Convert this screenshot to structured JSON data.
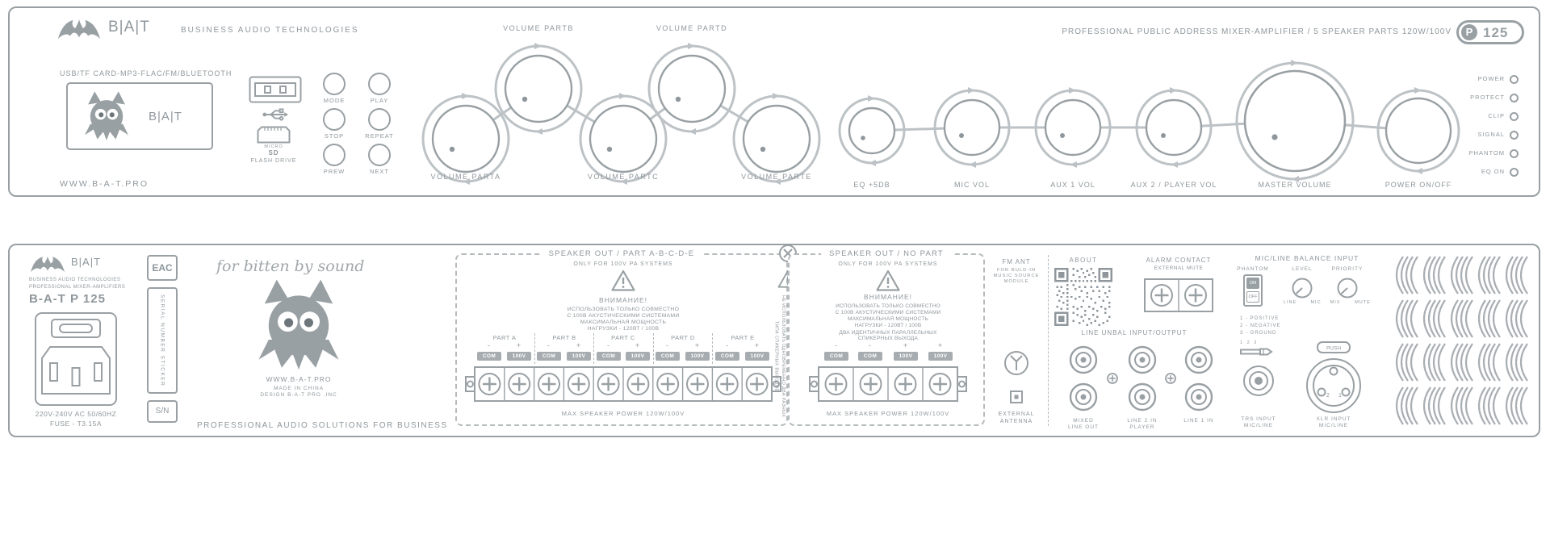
{
  "front": {
    "brand_name": "B|A|T",
    "brand_tagline": "BUSINESS AUDIO TECHNOLOGIES",
    "media_label": "USB/TF CARD-MP3-FLAC/FM/BLUETOOTH",
    "mascot_text": "B|A|T",
    "website": "WWW.B-A-T.PRO",
    "sd_micro": "MICRO",
    "sd_sd": "SD",
    "sd_flash": "FLASH DRIVE",
    "buttons": [
      "MODE",
      "PLAY",
      "STOP",
      "REPEAT",
      "PREW",
      "NEXT"
    ],
    "vol_top": [
      "VOLUME  PARTB",
      "VOLUME  PARTD"
    ],
    "vol_bottom": [
      "VOLUME  PARTA",
      "VOLUME  PARTC",
      "VOLUME  PARTE"
    ],
    "knob_labels": [
      "EQ +5DB",
      "MIC VOL",
      "AUX 1 VOL",
      "AUX 2 / PLAYER VOL",
      "MASTER VOLUME",
      "POWER ON/OFF"
    ],
    "leds": [
      "POWER",
      "PROTECT",
      "CLIP",
      "SIGNAL",
      "PHANTOM",
      "EQ ON"
    ],
    "header_right": "PROFESSIONAL PUBLIC ADDRESS MIXER-AMPLIFIER / 5 SPEAKER PARTS  120W/100V",
    "badge_p": "P",
    "badge_num": "125"
  },
  "rear": {
    "brand_name": "B|A|T",
    "brand_line1": "BUSINESS AUDIO TECHNOLOGIES",
    "brand_line2": "PROFESSIONAL MIXER-AMPLIFIERS",
    "model": "B-A-T P 125",
    "power_spec": "220V-240V AC 50/60HZ",
    "fuse": "FUSE - T3.15A",
    "eac": "EAC",
    "serial_sticker": "SERIAL NUMBER STICKER",
    "sn": "S/N",
    "slogan": "for bitten by sound",
    "website": "WWW.B-A-T.PRO",
    "made": "MADE IN CHINA",
    "design": "DESIGN B-A-T PRO .INC",
    "footer": "PROFESSIONAL AUDIO SOLUTIONS FOR BUSINESS",
    "sign_minus": "-",
    "sign_plus": "+",
    "chip_com": "COM",
    "chip_100v": "100V",
    "speaker_part": {
      "title": "SPEAKER OUT / PART A-B-C-D-E",
      "subtitle": "ONLY FOR 100V PA SYSTEMS",
      "warn_title": "ВНИМАНИЕ!",
      "warn1": "ИСПОЛЬЗОВАТЬ ТОЛЬКО СОВМЕСТНО",
      "warn2": "С 100В АКУСТИЧЕСКИМИ СИСТЕМАМИ",
      "warn3": "МАКСИМАЛЬНАЯ МОЩНОСТЬ",
      "warn4": "НАГРУЗКИ - 120ВТ / 100В",
      "parts": [
        "PART A",
        "PART B",
        "PART C",
        "PART D",
        "PART E"
      ],
      "max_power": "MAX SPEAKER POWER 120W/100V"
    },
    "speaker_nopart": {
      "title": "SPEAKER OUT / NO PART",
      "subtitle": "ONLY FOR 100V PA SYSTEMS",
      "warn_title": "ВНИМАНИЕ!",
      "warn1": "ИСПОЛЬЗОВАТЬ ТОЛЬКО СОВМЕСТНО",
      "warn2": "С 100В АКУСТИЧЕСКИМИ СИСТЕМАМИ",
      "warn3": "МАКСИМАЛЬНАЯ МОЩНОСТЬ",
      "warn4": "НАГРУЗКИ - 120ВТ / 100В",
      "warn5": "ДВА ИДЕНТИЧНЫХ ПАРАЛЛЕЛЬНЫХ",
      "warn6": "СПИКЕРНЫХ ВЫХОДА",
      "max_power": "MAX SPEAKER POWER 120W/100V"
    },
    "divider_warning": "НЕ ИСПОЛЬЗОВАТЬ ОДНОВРЕМЕННО ДВА РАЗНЫХ ТИПА СПИКЕРНЫХ ВЫХОДОВ",
    "fm": {
      "title": "FM ANT",
      "line1": "FOR BULD-IN",
      "line2": "MUSIC SOURCE",
      "line3": "MODULE",
      "ext1": "EXTERNAL",
      "ext2": "ANTENNA"
    },
    "about_title": "ABOUT",
    "alarm": {
      "title": "ALARM CONTACT",
      "subtitle": "EXTERNAL MUTE"
    },
    "line_unbal": {
      "title": "LINE UNBAL INPUT/OUTPUT",
      "col1a": "MIXED",
      "col1b": "LINE OUT",
      "col2a": "LINE 2 IN",
      "col2b": "PLAYER",
      "col3a": "LINE 1 IN"
    },
    "micline": {
      "title": "MIC/LINE BALANCE INPUT",
      "phantom": "PHANTOM",
      "on": "ON",
      "off": "OFF",
      "level": "LEVEL",
      "priority": "PRIORITY",
      "line": "LINE",
      "mic": "MIC",
      "mix": "MIX",
      "mute": "MUTE",
      "pin1": "1 - POSITIVE",
      "pin2": "2 - NEGATIVE",
      "pin3": "3 - GROUND",
      "jack_nums": "1  2  3",
      "push": "PUSH",
      "xlr_2": "2",
      "xlr_1": "1",
      "trs1": "TRS INPUT",
      "trs2": "MIC/LINE",
      "xlr1": "XLR INPUT",
      "xlr2": "MIC/LINE"
    }
  }
}
